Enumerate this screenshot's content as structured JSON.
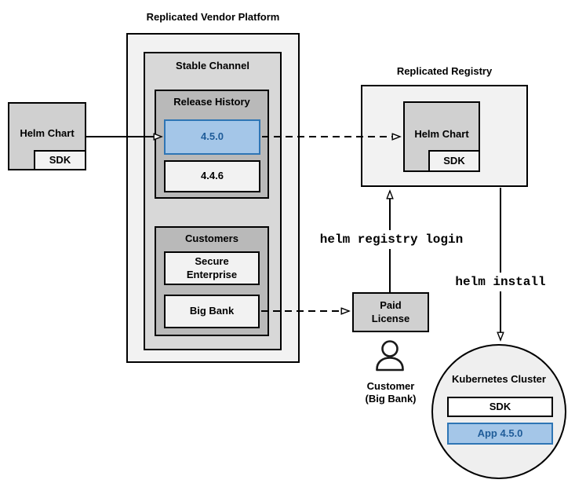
{
  "colors": {
    "highlight_fill": "#a4c6e8",
    "highlight_border": "#2e75b5",
    "highlight_text": "#1f5c99",
    "container_fill": "#f2f2f2",
    "channel_fill": "#d8d8d8",
    "group_fill": "#b9b9b9",
    "chart_fill": "#d0d0d0"
  },
  "platform": {
    "title": "Replicated Vendor Platform",
    "stable_channel": {
      "title": "Stable Channel",
      "release_history": {
        "title": "Release History",
        "releases": [
          {
            "version": "4.5.0",
            "highlighted": true
          },
          {
            "version": "4.4.6",
            "highlighted": false
          }
        ]
      },
      "customers": {
        "title": "Customers",
        "items": [
          "Secure Enterprise",
          "Big Bank"
        ]
      }
    }
  },
  "vendor_helm_chart": {
    "label": "Helm Chart",
    "sdk_label": "SDK"
  },
  "registry": {
    "title": "Replicated Registry",
    "helm_chart": {
      "label": "Helm Chart",
      "sdk_label": "SDK"
    }
  },
  "paid_license": {
    "label": "Paid License"
  },
  "customer": {
    "name": "Customer",
    "detail": "(Big Bank)"
  },
  "kubernetes_cluster": {
    "title": "Kubernetes Cluster",
    "sdk_label": "SDK",
    "app_label": "App 4.5.0"
  },
  "commands": {
    "registry_login": "helm registry login",
    "install": "helm install"
  }
}
